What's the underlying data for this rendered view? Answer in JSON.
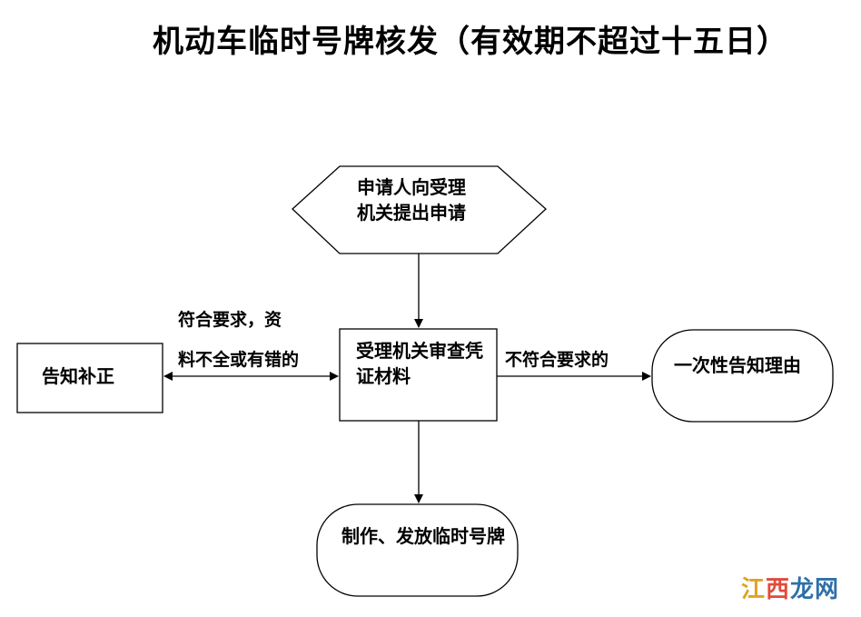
{
  "title": "机动车临时号牌核发（有效期不超过十五日）",
  "nodes": {
    "apply": "申请人向受理机关提出申请",
    "review": "受理机关审查凭证材料",
    "supplement": "告知补正",
    "reject_notice": "一次性告知理由",
    "issue": "制作、发放临时号牌"
  },
  "edges": {
    "left_label_line1": "符合要求，资",
    "left_label_line2": "料不全或有错的",
    "right_label": "不符合要求的"
  },
  "watermark": {
    "part1": "江",
    "part2": "西",
    "part3": "龙网"
  },
  "colors": {
    "stroke": "#000000",
    "background": "#ffffff"
  }
}
